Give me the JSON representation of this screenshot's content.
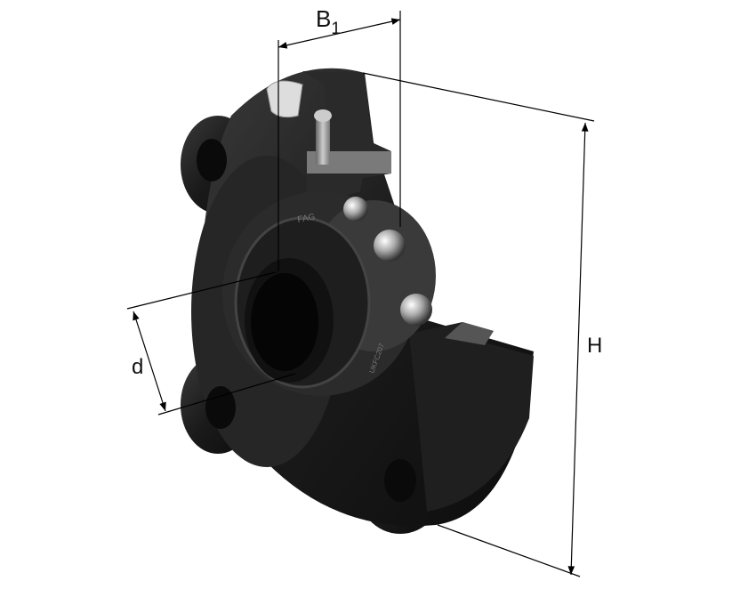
{
  "dimensions": {
    "width_label": "B",
    "width_label_sub": "1",
    "bore_label": "d",
    "height_label": "H"
  },
  "product": {
    "brand_marking": "FAG",
    "insert_marking": "UKFC207"
  },
  "colors": {
    "housing": "#1c1c1c",
    "steel": "#9a9a9a",
    "dimension_lines": "#000000"
  }
}
